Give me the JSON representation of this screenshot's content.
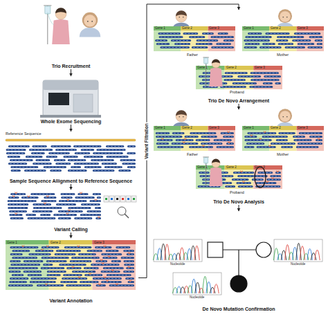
{
  "diagram": {
    "nodes": [
      {
        "text": [
          "Trio Recruitment"
        ]
      },
      {
        "text": [
          "Whole Exome Sequencing"
        ]
      },
      {
        "text": [
          "Sample Sequence Allignment to Reference Sequence"
        ]
      },
      {
        "text": [
          "Variant Calling"
        ]
      },
      {
        "text": [
          "Variant Annotation"
        ]
      },
      {
        "text": [
          "Trio De Novo Arrangement"
        ]
      },
      {
        "text": [
          "Trio De Novo Analysis"
        ]
      },
      {
        "text": [
          "De Novo Mutation Confirmation"
        ]
      }
    ],
    "edges": [
      {
        "from": 0,
        "to": 1,
        "arrow": "to"
      },
      {
        "from": 1,
        "to": 2,
        "arrow": "to"
      },
      {
        "from": 2,
        "to": 3,
        "arrow": "to"
      },
      {
        "from": 3,
        "to": 4,
        "arrow": "to"
      },
      {
        "from": 4,
        "to": 5,
        "label": "Variant Filtration",
        "arrow": "to"
      },
      {
        "from": 5,
        "to": 6,
        "arrow": "to"
      },
      {
        "from": 6,
        "to": 7,
        "arrow": "to"
      }
    ],
    "labels": [
      "Reference Sequence",
      "Gene 1",
      "Gene 2",
      "Gene 3",
      "Gene 1",
      "Gene 2",
      "Gene 3",
      "Gene 1",
      "Gene 2",
      "Gene 3",
      "Father",
      "Mother",
      "Gene 1",
      "Gene 2",
      "Gene 3",
      "Proband",
      "Gene 1",
      "Gene 2",
      "Gene 3",
      "Gene 1",
      "Gene 2",
      "Gene 3",
      "Father",
      "Mother",
      "Gene 1",
      "Gene 2",
      "Gene 3",
      "Proband",
      "Nucleotide",
      "Nucleotide",
      "Nucleotide"
    ]
  }
}
